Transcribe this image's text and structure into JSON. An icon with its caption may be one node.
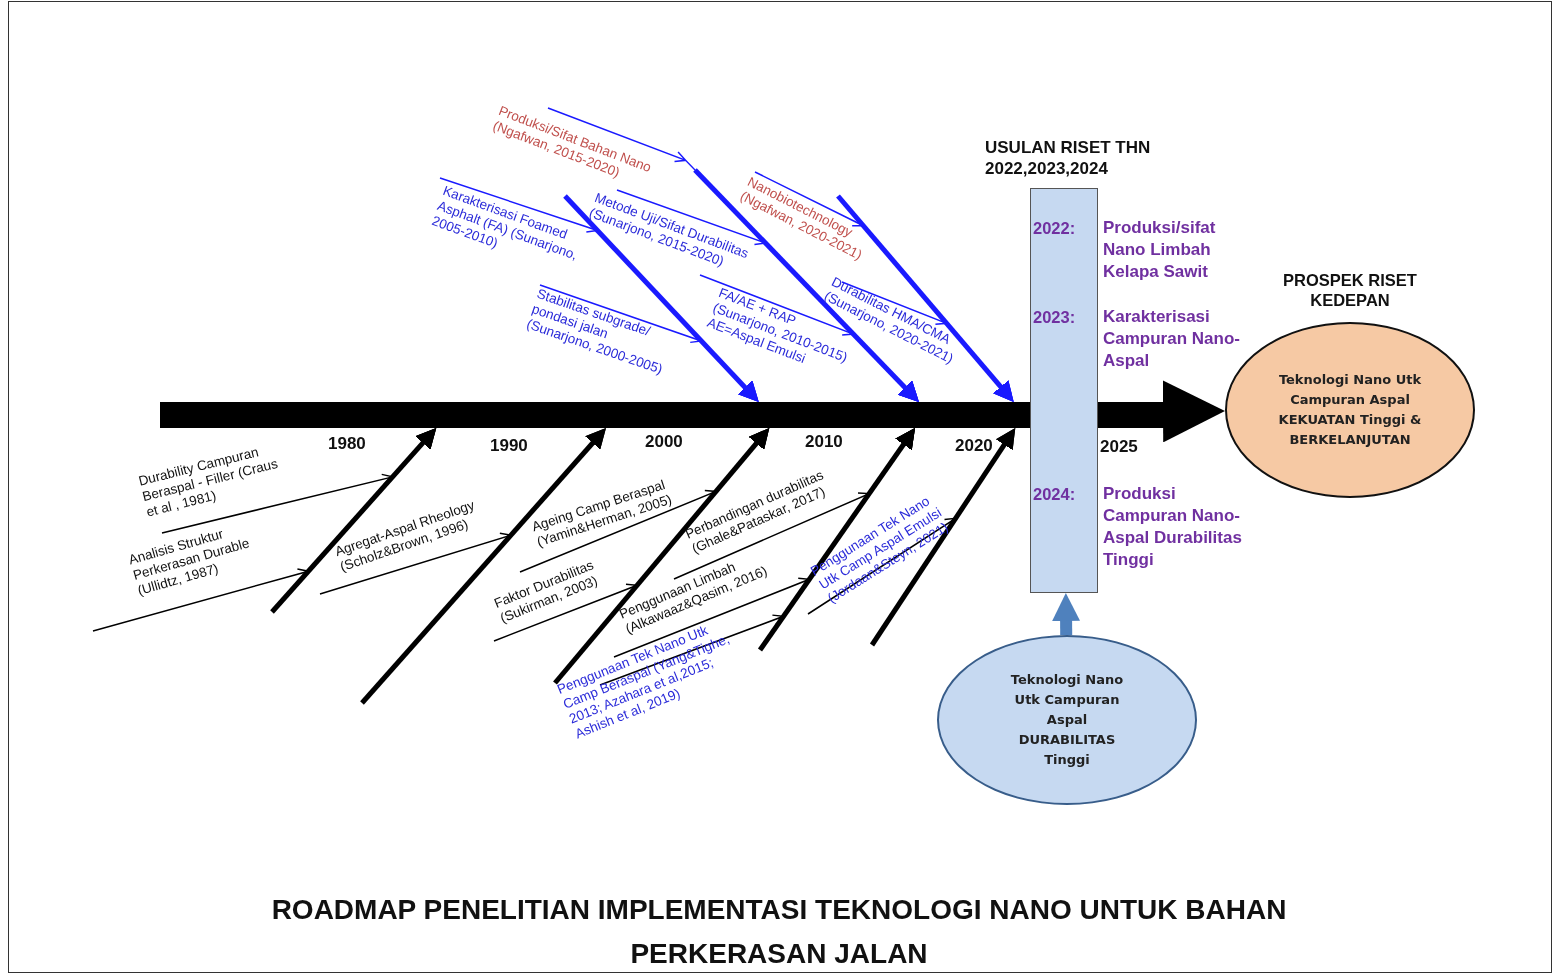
{
  "diagram": {
    "title": "ROADMAP PENELITIAN IMPLEMENTASI TEKNOLOGI NANO UNTUK BAHAN PERKERASAN JALAN",
    "nodes": [
      {
        "text": [],
        "shape": "bar"
      },
      {
        "text": [
          "USULAN RISET THN 2022,2023,2024",
          "2022:",
          "2023:",
          "2024:"
        ],
        "beside": [
          "Produksi/sifat Nano Limbah Kelapa Sawit",
          "Karakterisasi Campuran Nano-Aspal",
          "Produksi Campuran Nano-Aspal Durabilitas Tinggi"
        ]
      },
      {
        "text": [
          "PROSPEK RISET KEDEPAN",
          "Teknologi Nano Utk Campuran Aspal KEKUATAN Tinggi & BERKELANJUTAN"
        ]
      },
      {
        "text": [
          "Teknologi Nano Utk Campuran Aspal DURABILITAS Tinggi"
        ]
      }
    ],
    "edges": [
      {
        "from": 0,
        "to": 2,
        "arrow": "to",
        "style": "thick"
      },
      {
        "from": 3,
        "to": 1,
        "arrow": "to",
        "style": "thick",
        "color": "#4f81bd"
      },
      {
        "from": null,
        "to": 0,
        "arrow": "to",
        "style": "thick",
        "color": "#1a1aff"
      },
      {
        "from": null,
        "to": 0,
        "arrow": "to",
        "color": "#1a1aff",
        "label": "Karakterisasi Foamed Asphalt (FA) (Sunarjono, 2005-2010)"
      },
      {
        "from": null,
        "to": 0,
        "arrow": "to",
        "color": "#1a1aff",
        "label": "Stabilitas subgrade/ pondasi jalan (Sunarjono, 2000-2005)"
      },
      {
        "from": null,
        "to": 0,
        "arrow": "to",
        "style": "thick",
        "color": "#1a1aff"
      },
      {
        "from": null,
        "to": 0,
        "arrow": "to",
        "color": "#1a1aff",
        "label": "Produksi/Sifat Bahan Nano (Ngafwan, 2015-2020)"
      },
      {
        "from": null,
        "to": 0,
        "arrow": "to",
        "color": "#1a1aff",
        "label": "Metode Uji/Sifat Durabilitas (Sunarjono, 2015-2020)"
      },
      {
        "from": null,
        "to": 0,
        "arrow": "to",
        "color": "#1a1aff",
        "label": "FA/AE + RAP (Sunarjono, 2010-2015) AE=Aspal Emulsi"
      },
      {
        "from": null,
        "to": 0,
        "arrow": "to",
        "style": "thick",
        "color": "#1a1aff"
      },
      {
        "from": null,
        "to": 0,
        "arrow": "to",
        "color": "#1a1aff",
        "label": "Nanobiotechnology (Ngafwan, 2020-2021)"
      },
      {
        "from": null,
        "to": 0,
        "arrow": "to",
        "color": "#1a1aff",
        "label": "Durabilitas HMA/CMA (Sunarjono, 2020-2021)"
      },
      {
        "from": null,
        "to": 0,
        "arrow": "to",
        "style": "thick"
      },
      {
        "from": null,
        "to": 0,
        "arrow": "to",
        "label": "Durability Campuran Beraspal - Filler (Craus et al , 1981)"
      },
      {
        "from": null,
        "to": 0,
        "arrow": "to",
        "label": "Analisis Struktur Perkerasan Durable (Ullidtz, 1987)"
      },
      {
        "from": null,
        "to": 0,
        "arrow": "to",
        "style": "thick"
      },
      {
        "from": null,
        "to": 0,
        "arrow": "to",
        "label": "Agregat-Aspal Rheology (Scholz&Brown, 1996)"
      },
      {
        "from": null,
        "to": 0,
        "arrow": "to",
        "style": "thick"
      },
      {
        "from": null,
        "to": 0,
        "arrow": "to",
        "label": "Ageing Camp Beraspal (Yamin&Herman, 2005)"
      },
      {
        "from": null,
        "to": 0,
        "arrow": "to",
        "label": "Faktor Durabilitas (Sukirman, 2003)"
      },
      {
        "from": null,
        "to": 0,
        "arrow": "to",
        "style": "thick"
      },
      {
        "from": null,
        "to": 0,
        "arrow": "to",
        "label": "Perbandingan durabilitas (Ghale&Pataskar, 2017)"
      },
      {
        "from": null,
        "to": 0,
        "arrow": "to",
        "label": "Penggunaan Limbah (Alkawaaz&Qasim, 2016)"
      },
      {
        "from": null,
        "to": 0,
        "arrow": "to",
        "label": "Penggunaan Tek Nano Utk Camp Beraspal (Yang&Tighe, 2013; Azahara et al,2015; Ashish et al, 2019)"
      },
      {
        "from": null,
        "to": 0,
        "arrow": "to",
        "style": "thick"
      },
      {
        "from": null,
        "to": 0,
        "arrow": "to",
        "label": "Penggunaan Tek Nano Utk Camp Aspal Emulsi (Jordaan&Steyn, 2021)"
      }
    ],
    "labels": [
      "1980",
      "1990",
      "2000",
      "2010",
      "2020",
      "2025"
    ]
  }
}
